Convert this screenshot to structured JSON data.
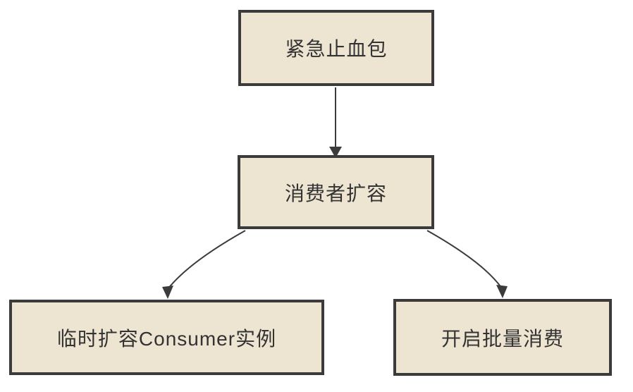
{
  "diagram": {
    "nodes": [
      {
        "id": "emergency-kit",
        "label": "紧急止血包"
      },
      {
        "id": "consumer-scaling",
        "label": "消费者扩容"
      },
      {
        "id": "scale-consumer-instances",
        "label": "临时扩容Consumer实例"
      },
      {
        "id": "enable-batch-consumption",
        "label": "开启批量消费"
      }
    ],
    "edges": [
      {
        "from": "emergency-kit",
        "to": "consumer-scaling"
      },
      {
        "from": "consumer-scaling",
        "to": "scale-consumer-instances"
      },
      {
        "from": "consumer-scaling",
        "to": "enable-batch-consumption"
      }
    ],
    "colors": {
      "background": "#FFFFFF",
      "node_fill": "#EEE4D2",
      "node_border": "#3B3B3B",
      "arrow": "#3B3B3B",
      "text": "#333333"
    }
  }
}
